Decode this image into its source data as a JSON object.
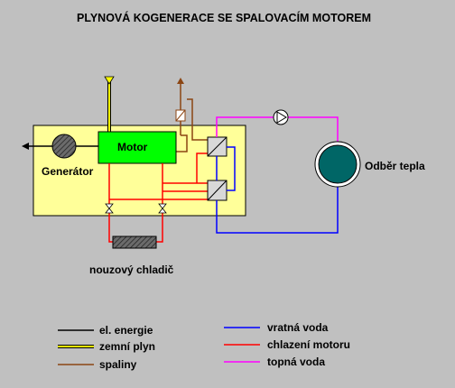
{
  "title": "PLYNOVÁ KOGENERACE SE SPALOVACÍM MOTOREM",
  "labels": {
    "motor": "Motor",
    "generator": "Generátor",
    "consumer": "Odběr tepla",
    "emergency_cooler": "nouzový chladič"
  },
  "legend": [
    {
      "key": "electric",
      "label": "el. energie",
      "color": "#000000"
    },
    {
      "key": "gas",
      "label": "zemní plyn",
      "color": "#ffff00"
    },
    {
      "key": "flue",
      "label": "spaliny",
      "color": "#8b4513"
    },
    {
      "key": "return",
      "label": "vratná voda",
      "color": "#0000ff"
    },
    {
      "key": "cooling",
      "label": "chlazení motoru",
      "color": "#ff0000"
    },
    {
      "key": "heating",
      "label": "topná voda",
      "color": "#ff00ff"
    }
  ],
  "colors": {
    "background": "#c0c0c0",
    "unit_fill": "#ffff99",
    "motor_fill": "#00ff00",
    "consumer_fill": "#006666"
  }
}
